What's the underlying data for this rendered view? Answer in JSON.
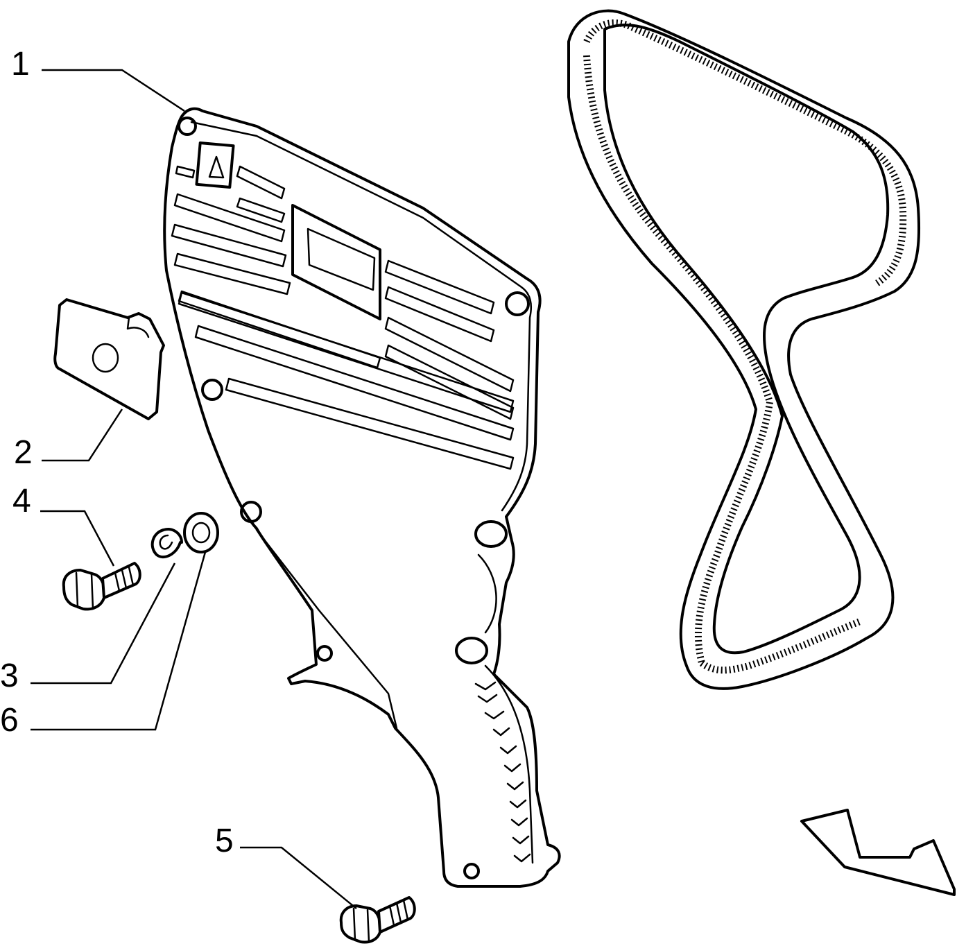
{
  "callouts": [
    {
      "id": "1",
      "label": "1"
    },
    {
      "id": "2",
      "label": "2"
    },
    {
      "id": "3",
      "label": "3"
    },
    {
      "id": "4",
      "label": "4"
    },
    {
      "id": "5",
      "label": "5"
    },
    {
      "id": "6",
      "label": "6"
    }
  ],
  "cover_emblem": "warning-triangle-icon",
  "colors": {
    "ink": "#000000",
    "paper": "#ffffff"
  }
}
